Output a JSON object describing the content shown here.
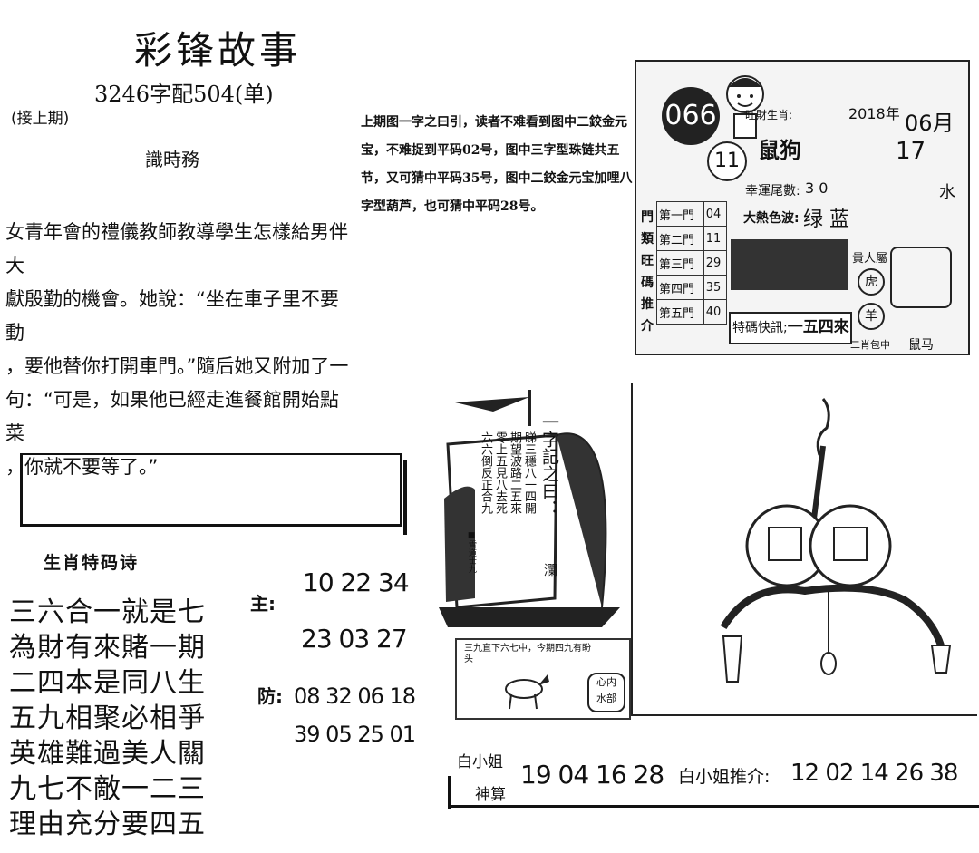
{
  "header": {
    "title": "彩锋故事",
    "subtitle": "3246字配504(单)",
    "continued": "(接上期)",
    "section_title": "識時務"
  },
  "story": {
    "lines": [
      "女青年會的禮儀教師教導學生怎樣給男伴大",
      "獻殷勤的機會。她說：“坐在車子里不要動",
      "，要他替你打開車門。”隨后她又附加了一",
      "句：“可是，如果他已經走進餐館開始點菜",
      "，你就不要等了。”"
    ]
  },
  "clue": {
    "text": "上期图一字之曰引，读者不难看到图中二鉸金元宝，不难捉到平码02号，图中三字型珠链共五节，又可猜中平码35号，图中二鉸金元宝加哩八字型葫芦，也可猜中平码28号。"
  },
  "poem": {
    "title": "生肖特码诗",
    "lines": [
      "三六合一就是七",
      "為財有來賭一期",
      "二四本是同八生",
      "五九相聚必相爭",
      "英雄難過美人關",
      "九七不敵一二三",
      "理由充分要四五"
    ]
  },
  "main_numbers": {
    "label": "主:",
    "row1": "10 22 34",
    "row2": "23 03 27"
  },
  "defense_numbers": {
    "label": "防:",
    "row1": "08 32 06 18",
    "row2": "39 05 25 01"
  },
  "card": {
    "badge": "066",
    "ball": "11",
    "year": "2018年",
    "month": "06月",
    "day": "17",
    "lucky_label": "旺財生肖:",
    "lucky_value": "鼠狗",
    "tail_label": "幸運尾數:",
    "tail_value": "3 0",
    "color_label": "大熱色波:",
    "color_value": "绿 蓝",
    "door_side": "門類旺碼推介",
    "doors": [
      {
        "label": "第一門",
        "value": "04"
      },
      {
        "label": "第二門",
        "value": "11"
      },
      {
        "label": "第三門",
        "value": "29"
      },
      {
        "label": "第四門",
        "value": "35"
      },
      {
        "label": "第五門",
        "value": "40"
      }
    ],
    "tip_label": "特碼快訊;",
    "tip_value": "一五四來",
    "noble_label": "貴人屬",
    "noble_sign": "虎",
    "noble_sign2": "羊",
    "zodiac_footer": "二肖包中",
    "zodiac_value": "鼠马",
    "water": "水"
  },
  "boat": {
    "title": "一字記之曰：",
    "char": "瀾",
    "lines": [
      "睇三穩八一四開",
      "期望波路二五來",
      "零上五見八去死",
      "六六倒反正合九"
    ],
    "author": "■雪道士九"
  },
  "horse": {
    "caption": "三九直下六七中，今期四九有盼头",
    "tag1": "心内",
    "tag2": "水部"
  },
  "bottom": {
    "miss_bai": "白小姐",
    "shensuan": "神算",
    "numbers1": "19 04 16 28",
    "recommend_label": "白小姐推介:",
    "numbers2": "12 02 14 26 38"
  }
}
